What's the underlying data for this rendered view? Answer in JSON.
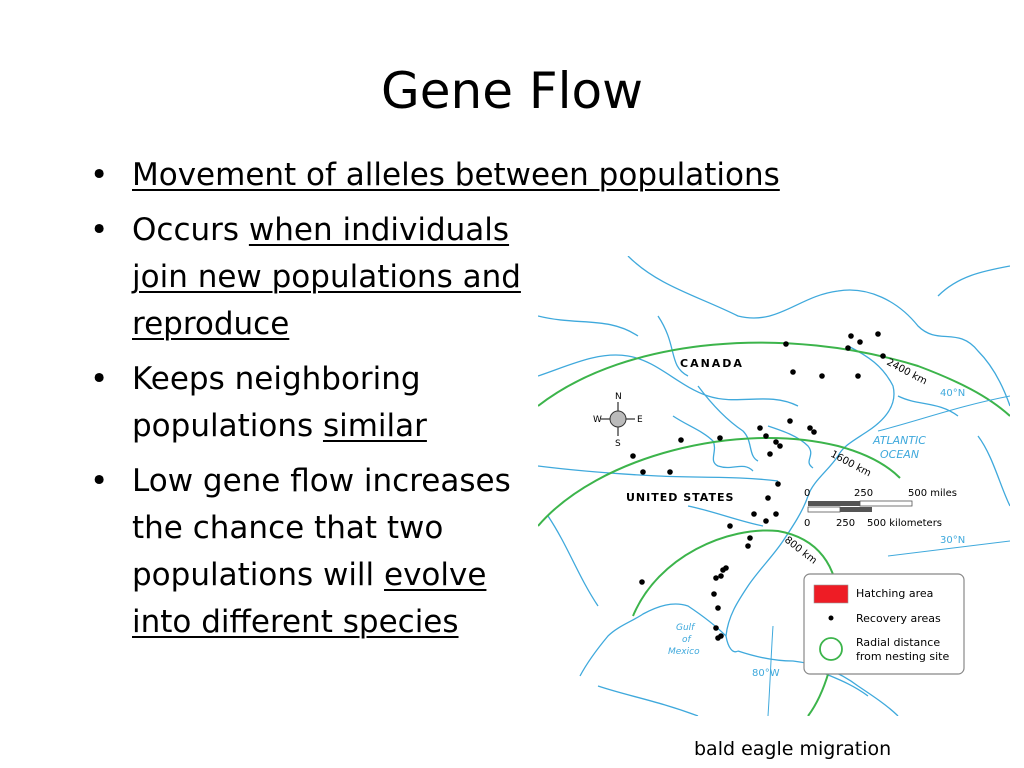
{
  "slide": {
    "title": "Gene Flow",
    "bullets": [
      {
        "parts": [
          {
            "text": "Movement of alleles between populations",
            "u": true
          }
        ]
      },
      {
        "parts": [
          {
            "text": "Occurs ",
            "u": false
          },
          {
            "text": "when individuals join new populations and reproduce",
            "u": true
          }
        ]
      },
      {
        "parts": [
          {
            "text": "Keeps neighboring populations ",
            "u": false
          },
          {
            "text": "similar",
            "u": true
          }
        ]
      },
      {
        "parts": [
          {
            "text": "Low gene flow increases the chance that two populations will ",
            "u": false
          },
          {
            "text": "evolve into different species",
            "u": true
          }
        ]
      }
    ],
    "caption": "bald eagle migration"
  },
  "map": {
    "labels": {
      "canada": "CANADA",
      "united_states": "UNITED STATES",
      "atlantic": "ATLANTIC",
      "ocean": "OCEAN",
      "gulf1": "Gulf",
      "gulf2": "of",
      "gulf3": "Mexico",
      "lat40": "40°N",
      "lat30": "30°N",
      "lon80": "80°W",
      "ring_2400": "2400 km",
      "ring_1600": "1600 km",
      "ring_800": "800 km",
      "compass_n": "N",
      "compass_s": "S",
      "compass_e": "E",
      "compass_w": "W"
    },
    "scale": {
      "miles_ticks": [
        "0",
        "250",
        "500 miles"
      ],
      "km_ticks": [
        "0",
        "250",
        "500 kilometers"
      ]
    },
    "legend": {
      "hatching": "Hatching area",
      "recovery": "Recovery areas",
      "radial1": "Radial distance",
      "radial2": "from nesting site"
    },
    "colors": {
      "water_lines": "#3fa9dc",
      "rings": "#3cb44b",
      "hatching": "#ee1c25",
      "dots": "#000000"
    }
  }
}
